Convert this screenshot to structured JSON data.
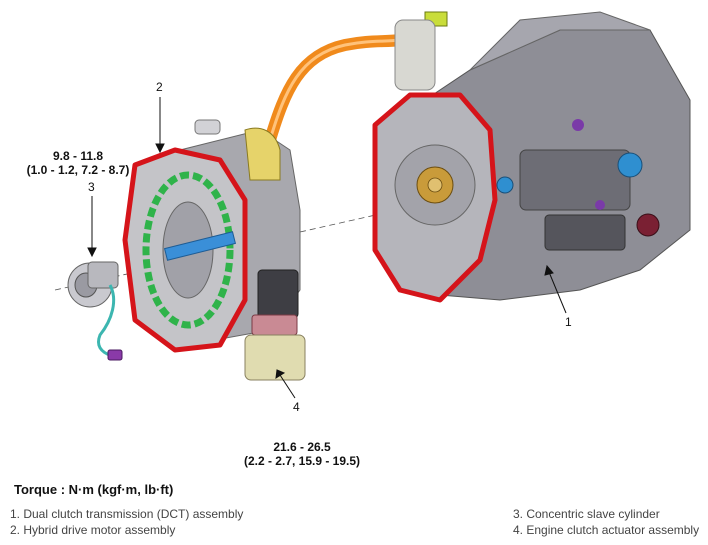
{
  "callouts": {
    "c1": "1",
    "c2": "2",
    "c3": "3",
    "c4": "4"
  },
  "torques": {
    "slave_cylinder": {
      "range": "9.8 - 11.8",
      "converted": "(1.0 - 1.2, 7.2 - 8.7)"
    },
    "actuator": {
      "range": "21.6 - 26.5",
      "converted": "(2.2 - 2.7, 15.9 - 19.5)"
    }
  },
  "torque_unit_label": "Torque : N·m (kgf·m, lb·ft)",
  "legend": {
    "item1": "1. Dual clutch transmission (DCT) assembly",
    "item2": "2. Hybrid drive motor assembly",
    "item3": "3. Concentric slave cylinder",
    "item4": "4. Engine clutch actuator assembly"
  },
  "colors": {
    "gasket_red": "#d5141a",
    "housing_grey": "#9a9aa0",
    "cable_orange": "#f08a1c",
    "winding_green": "#2fb34a",
    "shaft_blue": "#3a8fd8",
    "connector_yellow": "#e6d36a"
  }
}
